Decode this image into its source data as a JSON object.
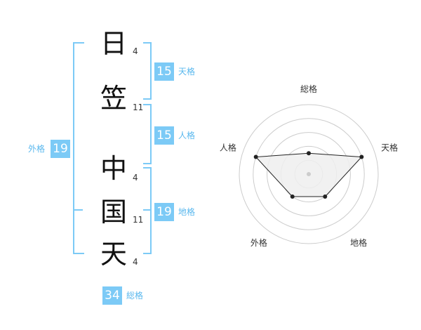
{
  "name": {
    "chars": [
      {
        "char": "日",
        "strokes": "4"
      },
      {
        "char": "笠",
        "strokes": "11"
      },
      {
        "char": "中",
        "strokes": "4"
      },
      {
        "char": "国",
        "strokes": "11"
      },
      {
        "char": "天",
        "strokes": "4"
      }
    ]
  },
  "kaku": {
    "tenkaku": {
      "label": "天格",
      "value": "15"
    },
    "jinkaku": {
      "label": "人格",
      "value": "15"
    },
    "chikaku": {
      "label": "地格",
      "value": "19"
    },
    "gaikaku": {
      "label": "外格",
      "value": "19"
    },
    "soukaku": {
      "label": "総格",
      "value": "34"
    }
  },
  "chart_data": {
    "type": "radar",
    "axes": [
      "総格",
      "天格",
      "地格",
      "外格",
      "人格"
    ],
    "values": [
      1.5,
      4,
      2,
      2,
      4
    ],
    "max": 5,
    "rings": [
      1,
      2,
      3,
      4,
      5
    ],
    "colors": {
      "fill": "#eeeeee",
      "line": "#222222",
      "grid": "#cccccc",
      "center": "#cccccc"
    }
  }
}
